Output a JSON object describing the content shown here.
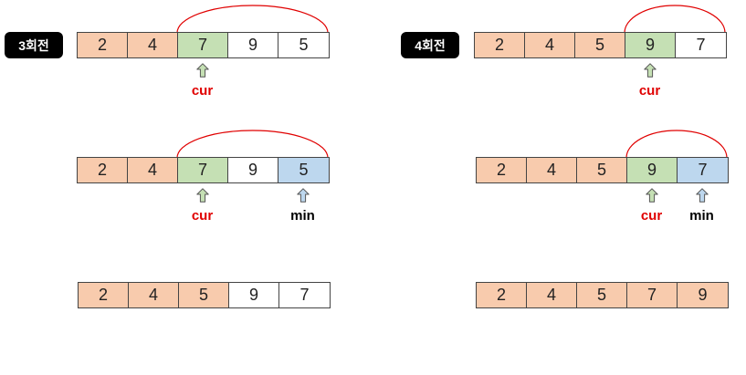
{
  "colors": {
    "sorted": "#f8cbad",
    "current": "#c5e0b4",
    "minimum": "#bdd7ee",
    "unsorted": "#ffffff",
    "cur_label": "#e00000",
    "arc": "#e00000"
  },
  "rounds": [
    {
      "badge": "3회전",
      "steps": [
        {
          "cells": [
            {
              "value": "2",
              "state": "sorted"
            },
            {
              "value": "4",
              "state": "sorted"
            },
            {
              "value": "7",
              "state": "cur"
            },
            {
              "value": "9",
              "state": "plain"
            },
            {
              "value": "5",
              "state": "plain"
            }
          ],
          "swap_arc": [
            2,
            4
          ],
          "pointers": [
            {
              "label": "cur",
              "index": 2,
              "kind": "cur"
            }
          ]
        },
        {
          "cells": [
            {
              "value": "2",
              "state": "sorted"
            },
            {
              "value": "4",
              "state": "sorted"
            },
            {
              "value": "7",
              "state": "cur"
            },
            {
              "value": "9",
              "state": "plain"
            },
            {
              "value": "5",
              "state": "min"
            }
          ],
          "swap_arc": [
            2,
            4
          ],
          "pointers": [
            {
              "label": "cur",
              "index": 2,
              "kind": "cur"
            },
            {
              "label": "min",
              "index": 4,
              "kind": "min"
            }
          ]
        },
        {
          "cells": [
            {
              "value": "2",
              "state": "sorted"
            },
            {
              "value": "4",
              "state": "sorted"
            },
            {
              "value": "5",
              "state": "sorted"
            },
            {
              "value": "9",
              "state": "plain"
            },
            {
              "value": "7",
              "state": "plain"
            }
          ],
          "swap_arc": null,
          "pointers": []
        }
      ]
    },
    {
      "badge": "4회전",
      "steps": [
        {
          "cells": [
            {
              "value": "2",
              "state": "sorted"
            },
            {
              "value": "4",
              "state": "sorted"
            },
            {
              "value": "5",
              "state": "sorted"
            },
            {
              "value": "9",
              "state": "cur"
            },
            {
              "value": "7",
              "state": "plain"
            }
          ],
          "swap_arc": [
            3,
            4
          ],
          "pointers": [
            {
              "label": "cur",
              "index": 3,
              "kind": "cur"
            }
          ]
        },
        {
          "cells": [
            {
              "value": "2",
              "state": "sorted"
            },
            {
              "value": "4",
              "state": "sorted"
            },
            {
              "value": "5",
              "state": "sorted"
            },
            {
              "value": "9",
              "state": "cur"
            },
            {
              "value": "7",
              "state": "min"
            }
          ],
          "swap_arc": [
            3,
            4
          ],
          "pointers": [
            {
              "label": "cur",
              "index": 3,
              "kind": "cur"
            },
            {
              "label": "min",
              "index": 4,
              "kind": "min"
            }
          ]
        },
        {
          "cells": [
            {
              "value": "2",
              "state": "sorted"
            },
            {
              "value": "4",
              "state": "sorted"
            },
            {
              "value": "5",
              "state": "sorted"
            },
            {
              "value": "7",
              "state": "sorted"
            },
            {
              "value": "9",
              "state": "sorted"
            }
          ],
          "swap_arc": null,
          "pointers": []
        }
      ]
    }
  ]
}
